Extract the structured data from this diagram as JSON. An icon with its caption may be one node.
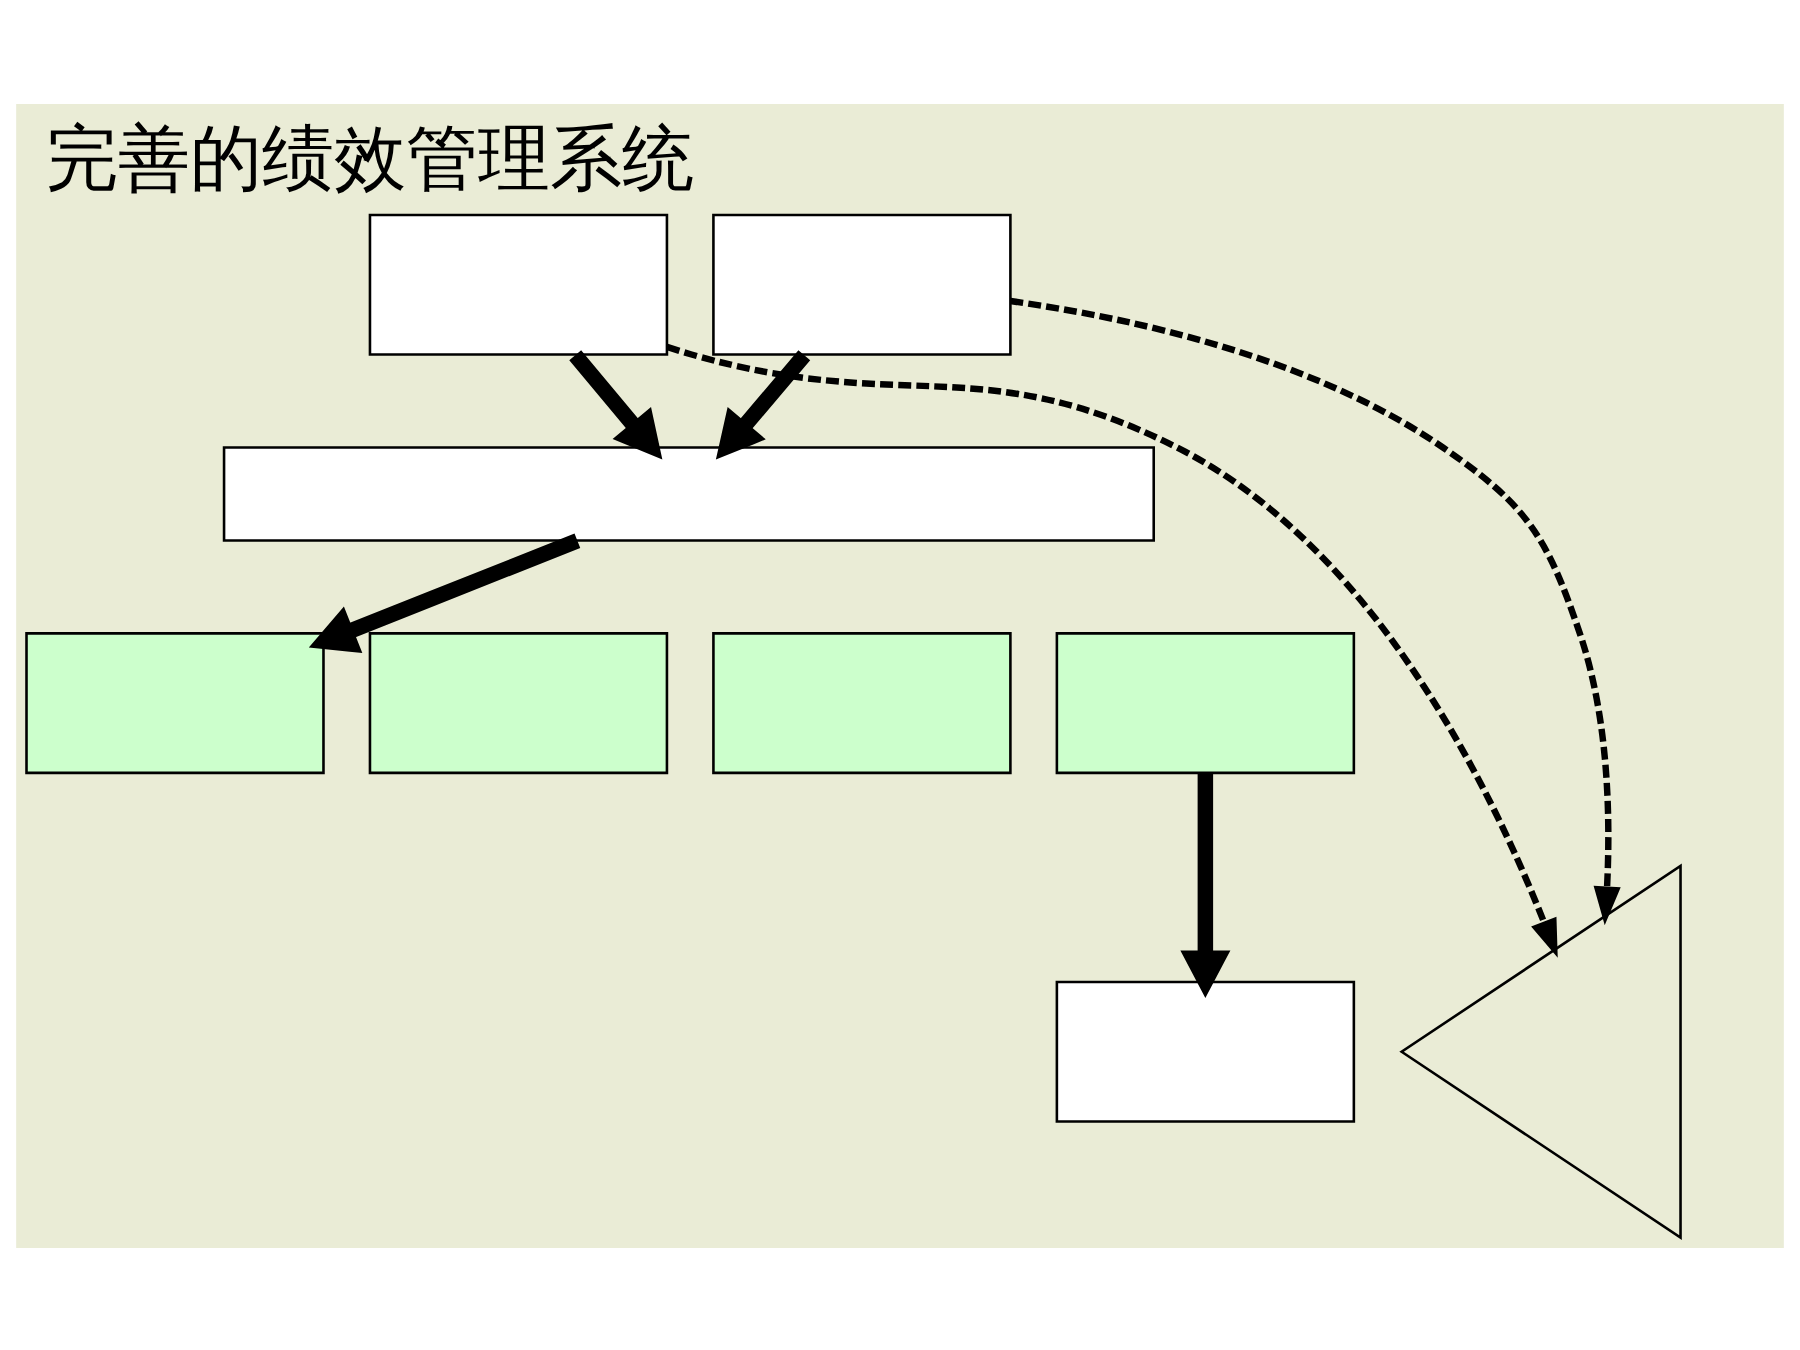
{
  "diagram": {
    "title": "完善的绩效管理系统",
    "nodes": [
      {
        "text": [],
        "shape": "box"
      },
      {
        "text": [],
        "shape": "box"
      },
      {
        "text": [],
        "shape": "bar"
      },
      {
        "text": [],
        "shape": "box"
      },
      {
        "text": [],
        "shape": "box"
      },
      {
        "text": [],
        "shape": "box"
      },
      {
        "text": [],
        "shape": "box"
      },
      {
        "text": [],
        "shape": "box"
      },
      {
        "text": [],
        "shape": "triangle"
      }
    ],
    "edges": [
      {
        "from": 0,
        "to": 2,
        "arrow": "to"
      },
      {
        "from": 1,
        "to": 2,
        "arrow": "to"
      },
      {
        "from": 2,
        "to": 3,
        "arrow": "to"
      },
      {
        "from": 6,
        "to": 7,
        "arrow": "to"
      },
      {
        "from": 0,
        "to": 8,
        "arrow": "to",
        "style": "dashed"
      },
      {
        "from": 1,
        "to": 8,
        "arrow": "to",
        "style": "dashed"
      }
    ]
  }
}
